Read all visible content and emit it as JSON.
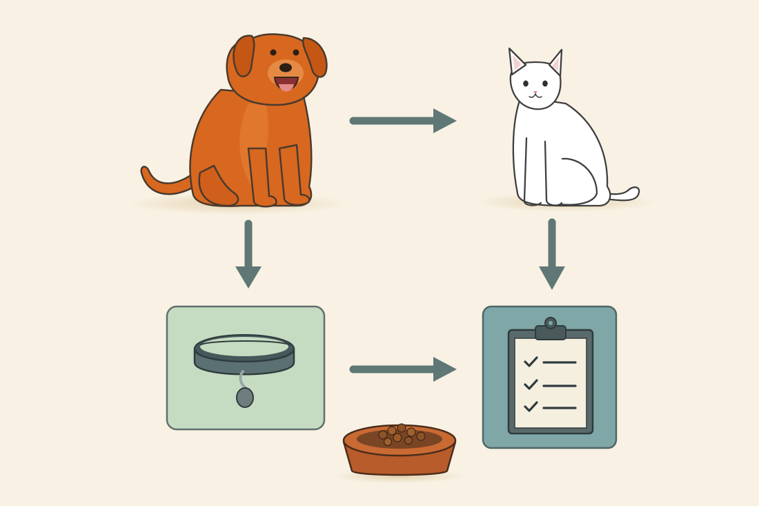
{
  "diagram": {
    "nodes": [
      {
        "id": "dog",
        "icon": "dog-icon"
      },
      {
        "id": "cat",
        "icon": "cat-icon"
      },
      {
        "id": "collar",
        "icon": "collar-icon",
        "panel_color": "#c6dcc2"
      },
      {
        "id": "checklist",
        "icon": "clipboard-checklist-icon",
        "panel_color": "#7fa7a7"
      },
      {
        "id": "food",
        "icon": "food-bowl-icon"
      }
    ],
    "edges": [
      {
        "from": "dog",
        "to": "cat"
      },
      {
        "from": "dog",
        "to": "collar"
      },
      {
        "from": "cat",
        "to": "checklist"
      },
      {
        "from": "collar",
        "to": "checklist"
      }
    ]
  },
  "colors": {
    "background": "#f8f1e4",
    "arrow": "#5f7775",
    "dog": "#d8681f",
    "outline": "#4a4a4a",
    "collar": "#566a6c",
    "bowl": "#b85c2b"
  }
}
